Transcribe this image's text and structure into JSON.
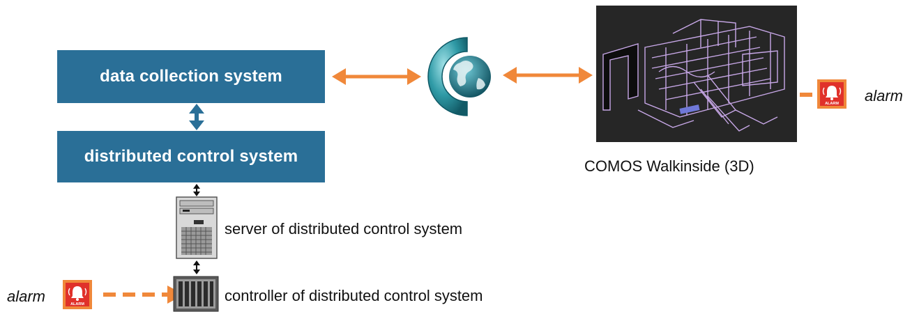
{
  "boxes": {
    "data_collection": "data collection system",
    "distributed_control": "distributed control system"
  },
  "labels": {
    "walkinside": "COMOS Walkinside (3D)",
    "server": "server of distributed control system",
    "controller": "controller of distributed control system",
    "alarm_right": "alarm",
    "alarm_left": "alarm"
  },
  "icons": {
    "globe": "comos-globe-icon",
    "server": "server-tower-icon",
    "controller": "controller-rack-icon",
    "alarm": "alarm-bell-icon",
    "scene": "3d-plant-model"
  },
  "alarm_icon_text": "ALARM",
  "colors": {
    "box_fill": "#2a6f97",
    "arrow_orange": "#f0883a",
    "arrow_blue": "#2a6f97",
    "alarm_red": "#e0312a",
    "scene_bg": "#262626",
    "scene_lines": "#c8a8e8"
  }
}
